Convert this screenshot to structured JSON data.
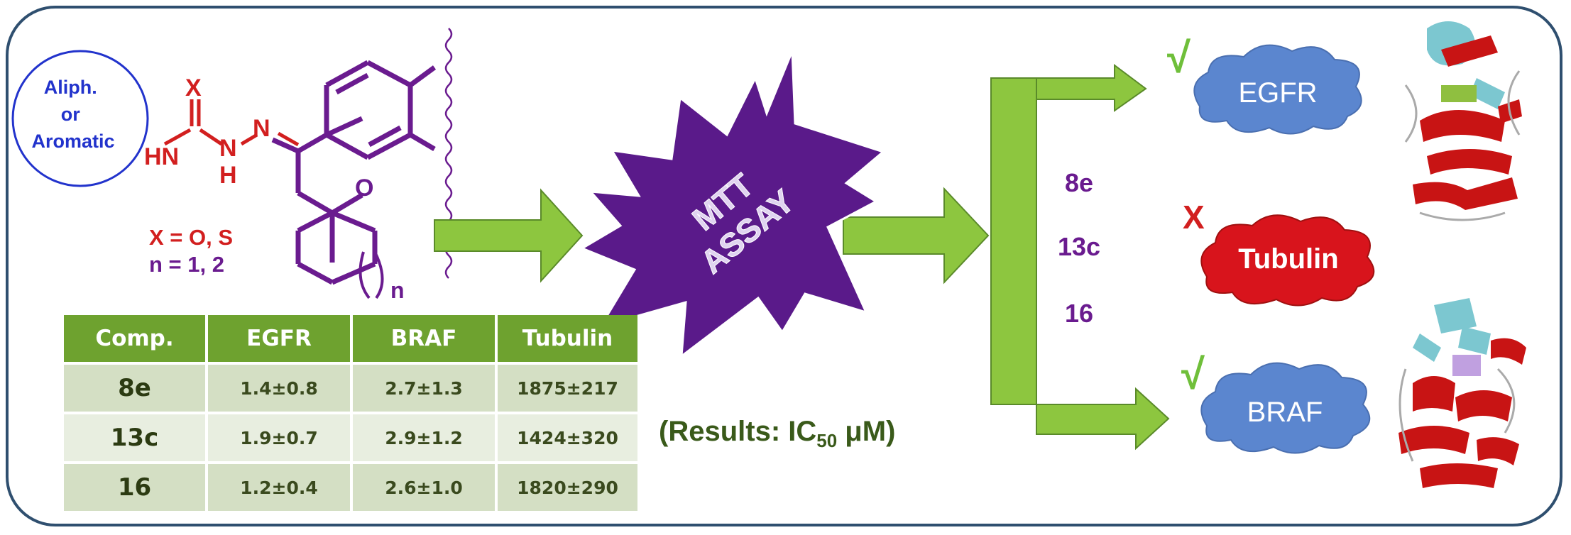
{
  "substituent": {
    "line1": "Aliph.",
    "line2": "or",
    "line3": "Aromatic"
  },
  "structure": {
    "atom_x": "X",
    "atom_hn": "HN",
    "atom_n": "N",
    "atom_h": "H",
    "atom_n2": "N",
    "atom_o": "O",
    "ring_n": "n",
    "x_definition": "X = O, S",
    "n_definition": "n = 1, 2"
  },
  "assay": {
    "line1": "MTT",
    "line2": "ASSAY"
  },
  "results_label": {
    "prefix": "(Results: IC",
    "subscript": "50",
    "suffix": " μM)"
  },
  "compounds": [
    "8e",
    "13c",
    "16"
  ],
  "targets": {
    "egfr": {
      "label": "EGFR",
      "mark": "√"
    },
    "tubulin": {
      "label": "Tubulin",
      "mark": "X"
    },
    "braf": {
      "label": "BRAF",
      "mark": "√"
    }
  },
  "table": {
    "headers": [
      "Comp.",
      "EGFR",
      "BRAF",
      "Tubulin"
    ],
    "rows": [
      [
        "8e",
        "1.4±0.8",
        "2.7±1.3",
        "1875±217"
      ],
      [
        "13c",
        "1.9±0.7",
        "2.9±1.2",
        "1424±320"
      ],
      [
        "16",
        "1.2±0.4",
        "2.6±1.0",
        "1820±290"
      ]
    ]
  },
  "colors": {
    "border": "#2f4f6f",
    "purple": "#6a1b8f",
    "red": "#d21f1f",
    "blue": "#2233cc",
    "green_arrow": "#8dc63f",
    "table_header": "#6ea22f",
    "cloud_blue": "#5b86cf",
    "cloud_red": "#d8141c",
    "check_green": "#6fbf3a"
  }
}
